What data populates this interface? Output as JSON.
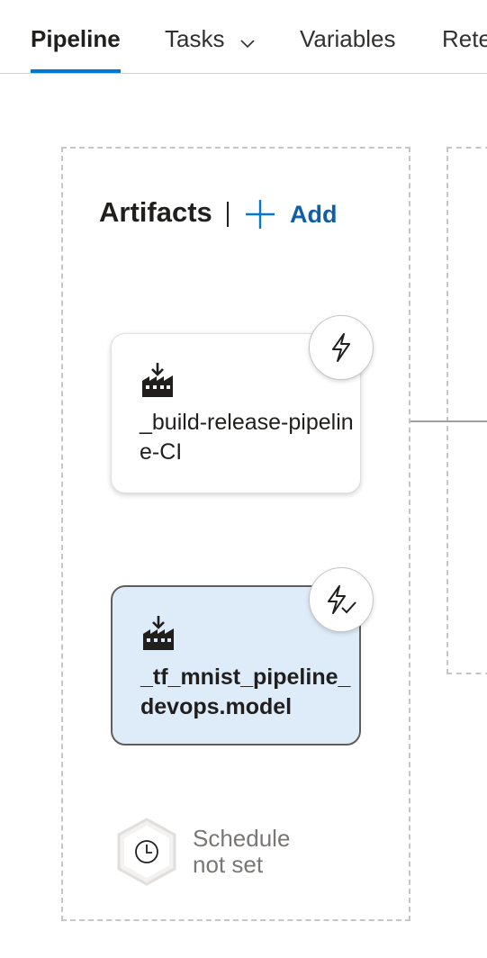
{
  "tabs": [
    {
      "label": "Pipeline",
      "selected": true
    },
    {
      "label": "Tasks",
      "has_dropdown": true
    },
    {
      "label": "Variables"
    },
    {
      "label": "Rete"
    }
  ],
  "artifacts": {
    "title": "Artifacts",
    "add_label": "Add",
    "items": [
      {
        "name": "_build-release-pipeline-CI",
        "icon": "build-artifact-icon",
        "trigger_icon": "lightning-icon",
        "selected": false
      },
      {
        "name": "_tf_mnist_pipeline_devops.model",
        "icon": "build-artifact-icon",
        "trigger_icon": "lightning-check-icon",
        "selected": true
      }
    ],
    "schedule": {
      "label": "Schedule not set",
      "icon": "clock-icon"
    }
  },
  "colors": {
    "accent": "#0078d4",
    "link": "#0f5ea6",
    "selected_card_bg": "#deecf9",
    "muted_text": "#797775"
  }
}
